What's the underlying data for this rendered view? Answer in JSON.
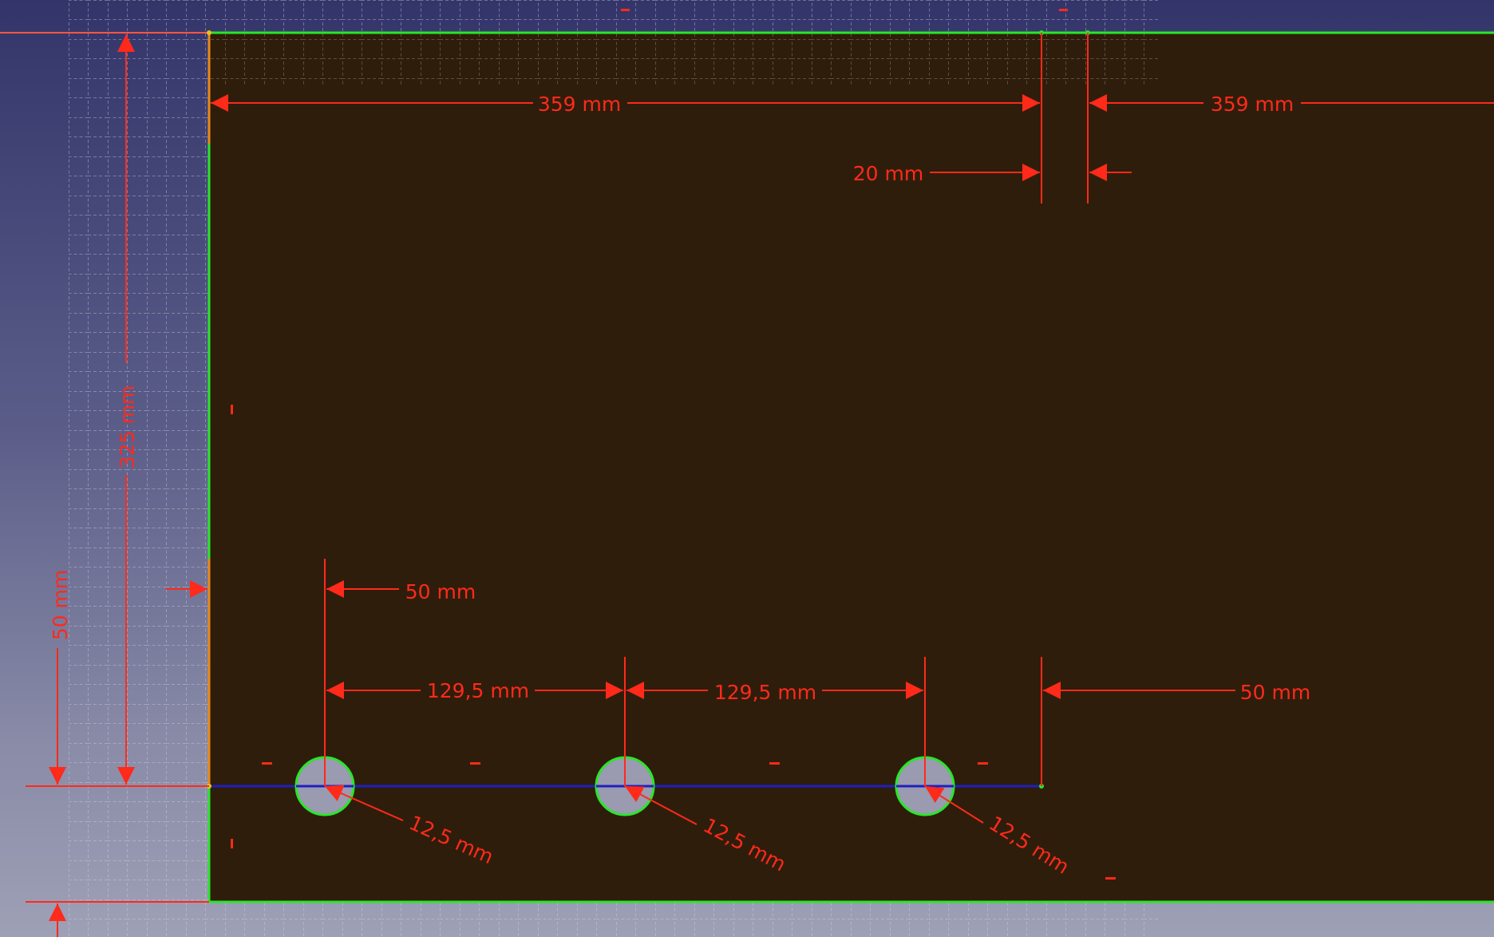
{
  "app": {
    "view": "sketch-editor-3d-view"
  },
  "colors": {
    "background_top": "#33356a",
    "background_bottom": "#9ea0b6",
    "sketch_face": "#2f1d0b",
    "sketch_edge": "#29e629",
    "construction_line": "#1f1fbf",
    "dimension": "#ff2a1a",
    "vertical_edge_orange": "#e88a1a",
    "grid": "#d8d8e6"
  },
  "dimensions": {
    "top_left_width": "359 mm",
    "top_right_width": "359 mm",
    "slot_width": "20 mm",
    "left_height": "325 mm",
    "bottom_offset_height": "50 mm",
    "hole_offset_left": "50 mm",
    "hole_spacing_1": "129,5 mm",
    "hole_spacing_2": "129,5 mm",
    "hole_offset_right": "50 mm",
    "hole_radius_1": "12,5 mm",
    "hole_radius_2": "12,5 mm",
    "hole_radius_3": "12,5 mm"
  },
  "constraint_markers": {
    "horizontal": "-",
    "vertical": "|"
  }
}
